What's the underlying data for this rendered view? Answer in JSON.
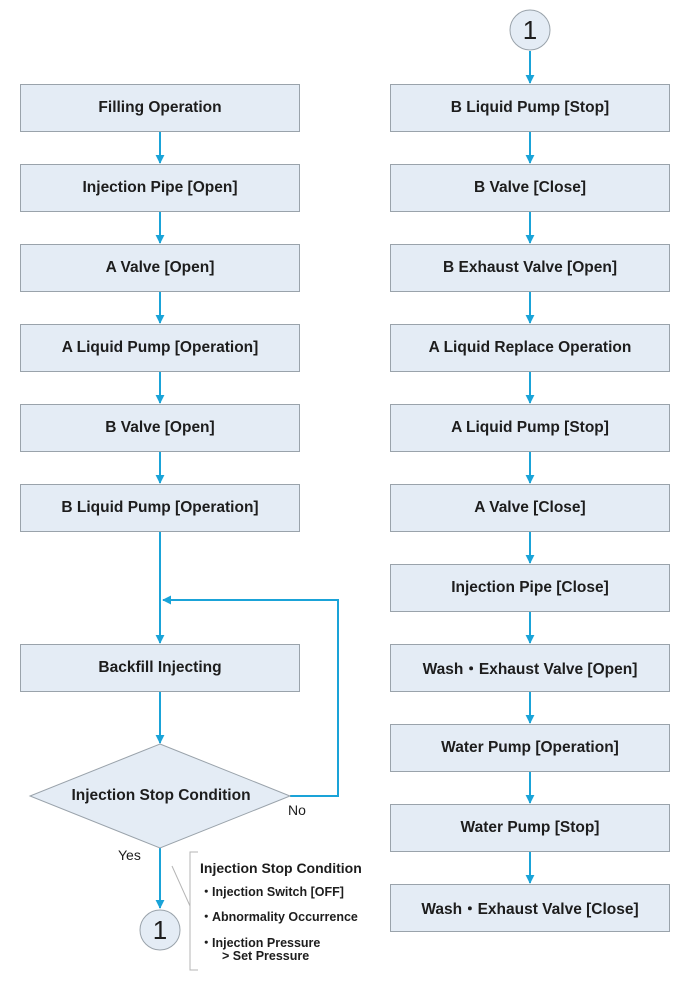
{
  "flowchart": {
    "left_steps": [
      "Filling Operation",
      "Injection Pipe [Open]",
      "A Valve [Open]",
      "A Liquid Pump [Operation]",
      "B Valve [Open]",
      "B Liquid Pump [Operation]",
      "Backfill Injecting"
    ],
    "decision": {
      "label": "Injection Stop Condition",
      "no_label": "No",
      "yes_label": "Yes"
    },
    "connector_label": "1",
    "note": {
      "title": "Injection Stop Condition",
      "items": [
        "Injection Switch [OFF]",
        "Abnormality Occurrence",
        "Injection Pressure",
        "> Set Pressure"
      ]
    },
    "right_steps": [
      "B Liquid Pump [Stop]",
      "B Valve [Close]",
      "B Exhaust Valve [Open]",
      "A Liquid Replace Operation",
      "A Liquid Pump [Stop]",
      "A Valve [Close]",
      "Injection Pipe [Close]",
      "Wash・Exhaust Valve [Open]",
      "Water Pump [Operation]",
      "Water Pump [Stop]",
      "Wash・Exhaust Valve [Close]"
    ]
  },
  "colors": {
    "box_fill": "#e4ecf5",
    "box_border": "#9aa3ab",
    "arrow": "#1aa3d8",
    "text": "#1d1d1d",
    "note_line": "#b5b5b5"
  }
}
